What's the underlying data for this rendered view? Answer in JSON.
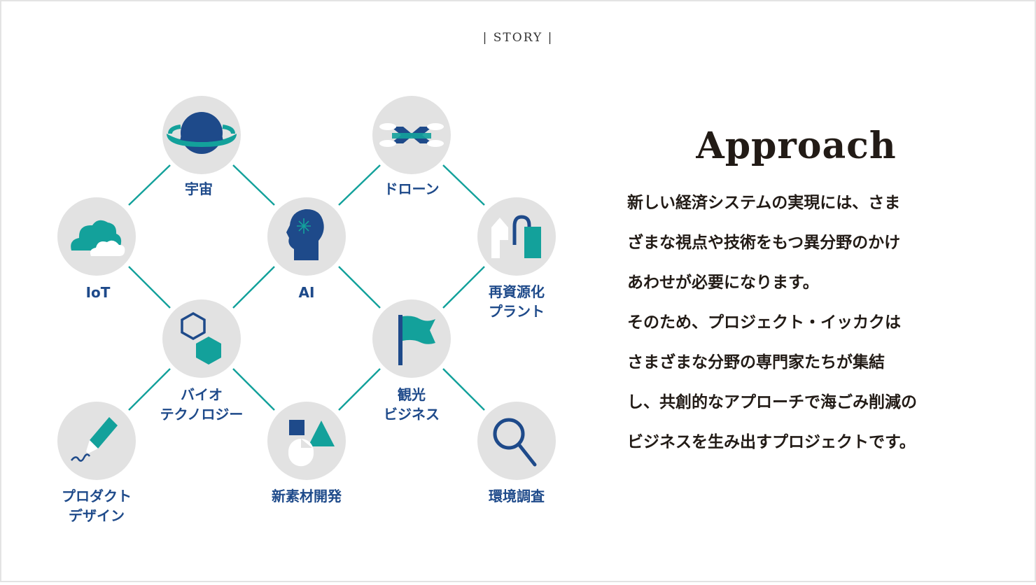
{
  "header": {
    "story_label": "|  STORY  |"
  },
  "diagram": {
    "nodes": {
      "space": {
        "label": "宇宙",
        "icon": "planet-icon"
      },
      "drone": {
        "label": "ドローン",
        "icon": "drone-icon"
      },
      "iot": {
        "label": "IoT",
        "icon": "cloud-icon"
      },
      "ai": {
        "label": "AI",
        "icon": "ai-head-icon"
      },
      "recycle": {
        "label_line1": "再資源化",
        "label_line2": "プラント",
        "icon": "plant-icon"
      },
      "bio": {
        "label_line1": "バイオ",
        "label_line2": "テクノロジー",
        "icon": "hexagon-icon"
      },
      "tourism": {
        "label_line1": "観光",
        "label_line2": "ビジネス",
        "icon": "flag-icon"
      },
      "product": {
        "label_line1": "プロダクト",
        "label_line2": "デザイン",
        "icon": "pen-icon"
      },
      "material": {
        "label": "新素材開発",
        "icon": "shapes-icon"
      },
      "survey": {
        "label": "環境調査",
        "icon": "magnifier-icon"
      }
    },
    "colors": {
      "navy": "#1e4a8a",
      "teal": "#13a19b",
      "circle": "#e2e2e2",
      "line": "#13a19b"
    }
  },
  "approach": {
    "title": "Approach",
    "lines": [
      "新しい経済システムの実現には、さま",
      "ざまな視点や技術をもつ異分野のかけ",
      "あわせが必要になります。",
      "そのため、プロジェクト・イッカクは",
      "さまざまな分野の専門家たちが集結",
      "し、共創的なアプローチで海ごみ削減の",
      "ビジネスを生み出すプロジェクトです。"
    ]
  }
}
